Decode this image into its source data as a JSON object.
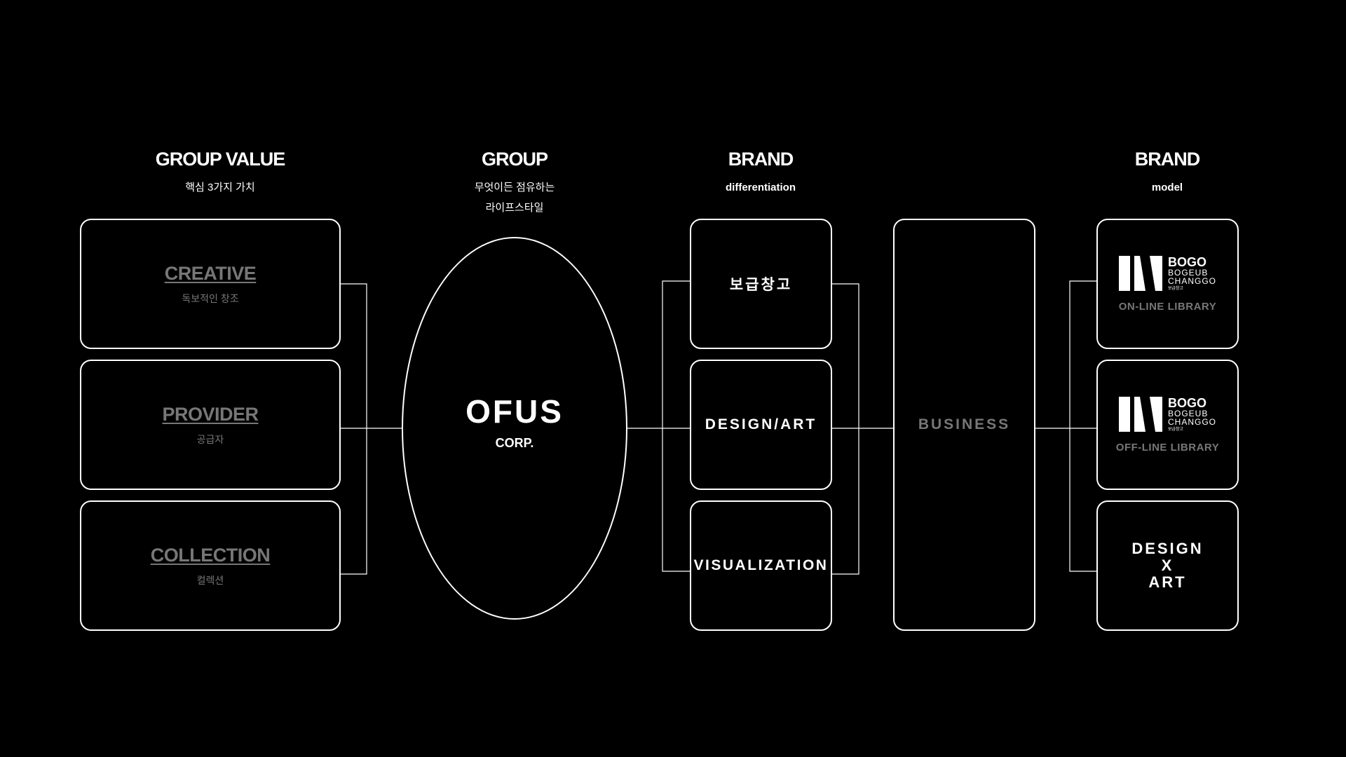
{
  "columns": {
    "group_value": {
      "title": "GROUP VALUE",
      "subtitle": "핵심 3가지 가치"
    },
    "group": {
      "title": "GROUP",
      "subtitle_line1": "무엇이든 점유하는",
      "subtitle_line2": "라이프스타일"
    },
    "brand_diff": {
      "title": "BRAND",
      "subtitle": "differentiation"
    },
    "brand_model": {
      "title": "BRAND",
      "subtitle": "model"
    }
  },
  "values": [
    {
      "title": "CREATIVE",
      "subtitle": "독보적인 창조"
    },
    {
      "title": "PROVIDER",
      "subtitle": "공급자"
    },
    {
      "title": "COLLECTION",
      "subtitle": "컬렉션"
    }
  ],
  "group_node": {
    "name": "OFUS",
    "suffix": "CORP."
  },
  "brands": [
    {
      "label": "보급창고"
    },
    {
      "label": "DESIGN/ART"
    },
    {
      "label": "VISUALIZATION"
    }
  ],
  "business": {
    "label": "BUSINESS"
  },
  "models": {
    "logo": {
      "line1": "BOGO",
      "line2": "BOGEUB",
      "line3": "CHANGGO",
      "line4": "보급창고",
      "icon": "bogo-logo-icon"
    },
    "online": {
      "label": "ON-LINE LIBRARY"
    },
    "offline": {
      "label": "OFF-LINE LIBRARY"
    },
    "design_art": {
      "line1": "DESIGN",
      "line2": "X",
      "line3": "ART"
    }
  },
  "colors": {
    "background": "#000000",
    "line": "#ffffff",
    "muted": "#777777"
  }
}
